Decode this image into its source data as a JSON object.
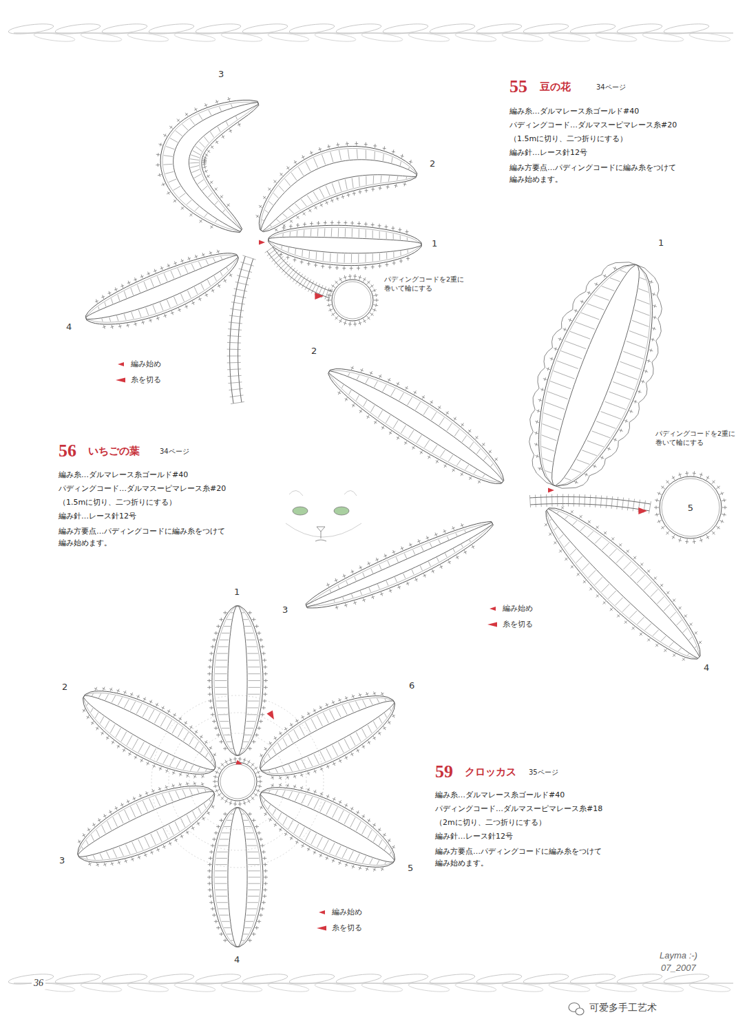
{
  "diagram": {
    "nodes": [
      {
        "text": [
          "5"
        ]
      }
    ],
    "labels": [
      "3",
      "55",
      "豆の花",
      "34ページ",
      "編み糸…ダルマレース糸ゴールド#40",
      "パディングコード…ダルマスーピマレース糸#20",
      "（1.5mに切り、二つ折りにする）",
      "編み針…レース針12号",
      "編み方要点…パディングコードに編み糸をつけて編み始めます。",
      "2",
      "1",
      "パディングコードを2重に巻いて輪にする",
      "4",
      "1",
      "2",
      "56",
      "いちごの葉",
      "34ページ",
      "編み糸…ダルマレース糸ゴールド#40",
      "パディングコード…ダルマスーピマレース糸#20",
      "（1.5mに切り、二つ折りにする）",
      "編み針…レース針12号",
      "編み方要点…パディングコードに編み糸をつけて編み始めます。",
      "パディングコードを2重に巻いて輪にする",
      "3",
      "4",
      "1",
      "2",
      "6",
      "59",
      "クロッカス",
      "35ページ",
      "編み糸…ダルマレース糸ゴールド#40",
      "パディングコード…ダルマスーピマレース糸#18",
      "（2mに切り、二つ折りにする）",
      "編み針…レース針12号",
      "編み方要点…パディングコードに編み糸をつけて編み始めます。",
      "3",
      "5",
      "4",
      "36",
      "Layma :-)",
      "07_2007",
      "可爱多手工艺术"
    ],
    "legend": [
      {
        "text": "編み始め"
      },
      {
        "text": "糸を切る"
      },
      {
        "text": "編み始め"
      },
      {
        "text": "糸を切る"
      },
      {
        "text": "編み始め"
      },
      {
        "text": "糸を切る"
      }
    ]
  }
}
